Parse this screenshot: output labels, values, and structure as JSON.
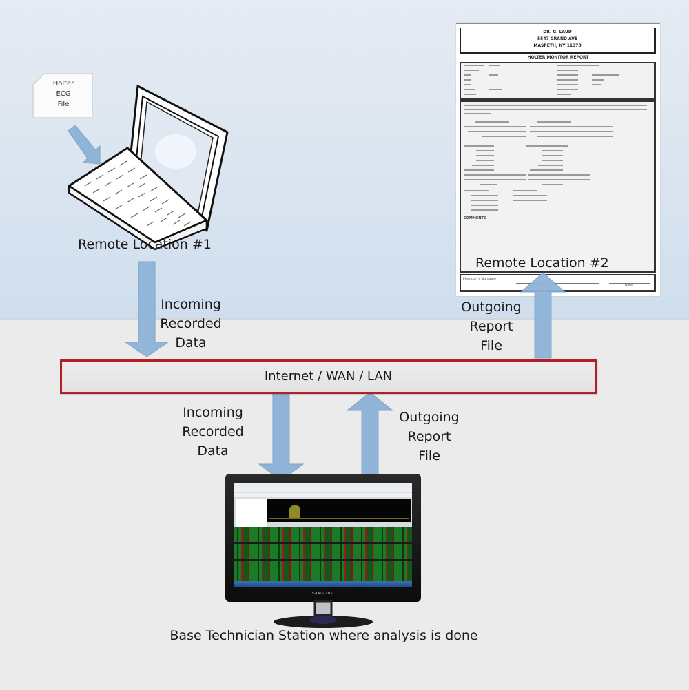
{
  "diagram": {
    "title": "Holter ECG remote analysis workflow",
    "colors": {
      "arrow_fill": "#8fb4d8",
      "arrow_stroke": "#7aa3c9",
      "network_border": "#b21f24",
      "top_background": "#d6e2ef",
      "bottom_background": "#ebebeb"
    }
  },
  "file_doc": {
    "lines": [
      "Holter",
      "ECG",
      "File"
    ],
    "icon": "document-icon"
  },
  "remote1": {
    "label": "Remote Location #1",
    "icon": "laptop-icon"
  },
  "remote2": {
    "label": "Remote Location #2",
    "icon": "report-document-icon",
    "report": {
      "header_lines": [
        "DR. G. LAUD",
        "5547 GRAND AVE",
        "MASPETH, NY 11378"
      ],
      "title": "HOLTER MONITOR REPORT",
      "section_comments": "COMMENTS",
      "signature_label": "Physician's Signature",
      "date_label": "Date"
    }
  },
  "flows": {
    "incoming_top": [
      "Incoming",
      "Recorded",
      "Data"
    ],
    "outgoing_top": [
      "Outgoing",
      "Report",
      "File"
    ],
    "incoming_bottom": [
      "Incoming",
      "Recorded",
      "Data"
    ],
    "outgoing_bottom": [
      "Outgoing",
      "Report",
      "File"
    ]
  },
  "network": {
    "label": "Internet / WAN / LAN"
  },
  "base": {
    "caption": "Base Technician Station where analysis is done",
    "icon": "monitor-icon",
    "brand": "SAMSUNG"
  }
}
